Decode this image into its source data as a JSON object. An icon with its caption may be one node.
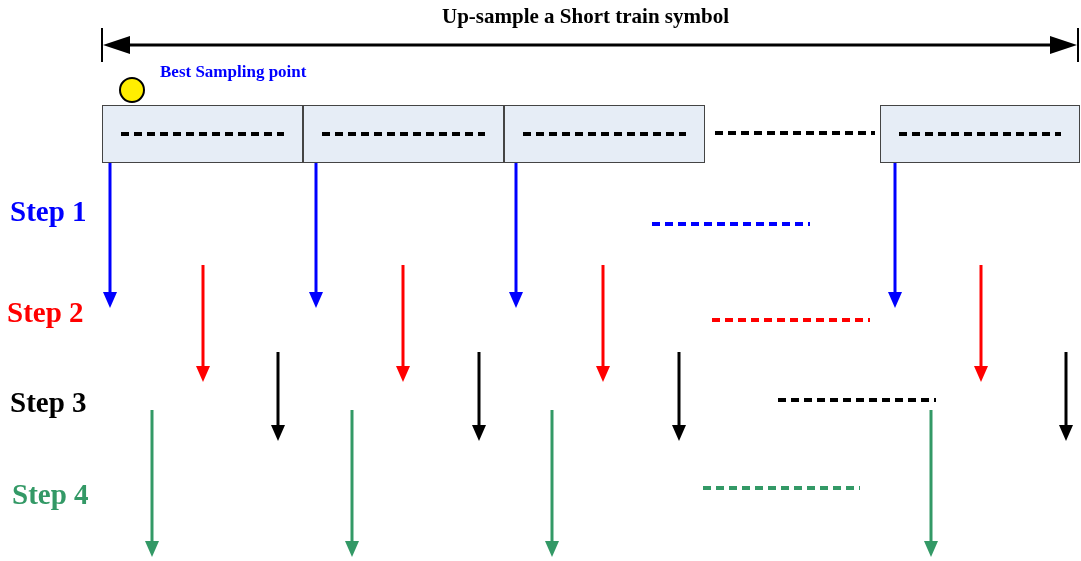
{
  "diagram": {
    "nodes": [
      {
        "text": [],
        "shape": "box"
      },
      {
        "text": [],
        "shape": "box"
      },
      {
        "text": [],
        "shape": "box"
      },
      {
        "text": [],
        "shape": "box"
      }
    ],
    "edges": [
      {
        "from": 0,
        "to": null,
        "arrow": "to"
      },
      {
        "from": 1,
        "to": null,
        "arrow": "to"
      },
      {
        "from": 2,
        "to": null,
        "arrow": "to"
      },
      {
        "from": 3,
        "to": null,
        "arrow": "to"
      }
    ],
    "labels": [
      "Up-sample a Short train symbol",
      "Best Sampling point",
      "Step 1",
      "Step 2",
      "Step 3",
      "Step 4"
    ]
  }
}
